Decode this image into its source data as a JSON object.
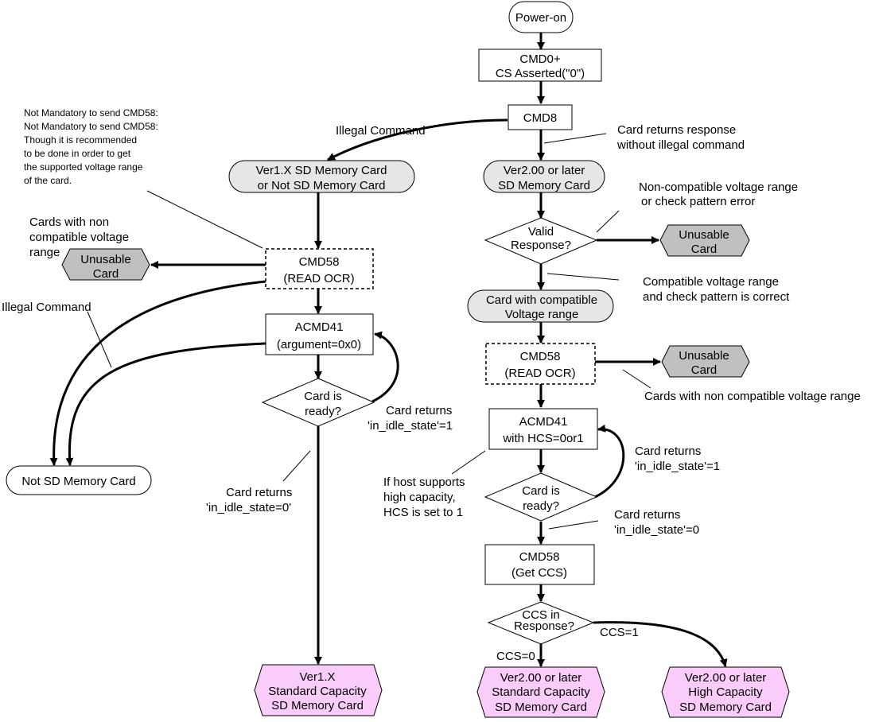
{
  "diagram": {
    "nodes": {
      "power_on": "Power-on",
      "cmd0": [
        "CMD0+",
        "CS Asserted(\"0\")"
      ],
      "cmd8": "CMD8",
      "v1_card": [
        "Ver1.X SD Memory Card",
        "or Not SD Memory Card"
      ],
      "v2_card": [
        "Ver2.00 or later",
        "SD Memory Card"
      ],
      "valid_response": [
        "Valid",
        "Response?"
      ],
      "unusable": [
        "Unusable",
        "Card"
      ],
      "compatible_card": [
        "Card with compatible",
        "Voltage range"
      ],
      "cmd58_read_ocr": [
        "CMD58",
        "(READ OCR)"
      ],
      "acmd41_v1": [
        "ACMD41",
        "(argument=0x0)"
      ],
      "card_ready": [
        "Card is",
        "ready?"
      ],
      "acmd41_v2": [
        "ACMD41",
        "with HCS=0or1"
      ],
      "cmd58_get_ccs": [
        "CMD58",
        "(Get CCS)"
      ],
      "ccs_in_response": [
        "CCS in",
        "Response?"
      ],
      "not_sd": "Not SD Memory Card",
      "v1_standard": [
        "Ver1.X",
        "Standard Capacity",
        "SD Memory Card"
      ],
      "v2_standard": [
        "Ver2.00 or later",
        "Standard Capacity",
        "SD Memory Card"
      ],
      "v2_high": [
        "Ver2.00 or later",
        "High Capacity",
        "SD Memory Card"
      ]
    },
    "labels": {
      "not_mandatory": [
        "Not Mandatory to send CMD58:",
        "Not Mandatory to send CMD58:",
        "Though it is recommended",
        "to be done in order to get",
        "the supported voltage range",
        "of the card."
      ],
      "illegal_command": "Illegal Command",
      "card_returns_response": [
        "Card returns response",
        "without illegal command"
      ],
      "non_compatible_range": [
        "Non-compatible voltage range",
        "or check pattern error"
      ],
      "cards_non_compatible_left": [
        "Cards with non",
        "compatible voltage",
        "range"
      ],
      "compatible_range": [
        "Compatible voltage range",
        "and check pattern is correct"
      ],
      "cards_non_compatible_right": "Cards with non compatible voltage range",
      "idle1_left": [
        "Card returns",
        "'in_idle_state'=1"
      ],
      "idle0_left": [
        "Card returns",
        "'in_idle_state=0'"
      ],
      "idle1_right": [
        "Card returns",
        "'in_idle_state'=1"
      ],
      "host_supports": [
        "If host supports",
        "high capacity,",
        "HCS is set to 1"
      ],
      "idle0_right": [
        "Card returns",
        "'in_idle_state'=0"
      ],
      "ccs0": "CCS=0",
      "ccs1": "CCS=1"
    },
    "colors": {
      "gray_box": "#e6e6e6",
      "unusable_fill": "#c0c0c0",
      "result_fill": "#f9ccf9"
    }
  }
}
